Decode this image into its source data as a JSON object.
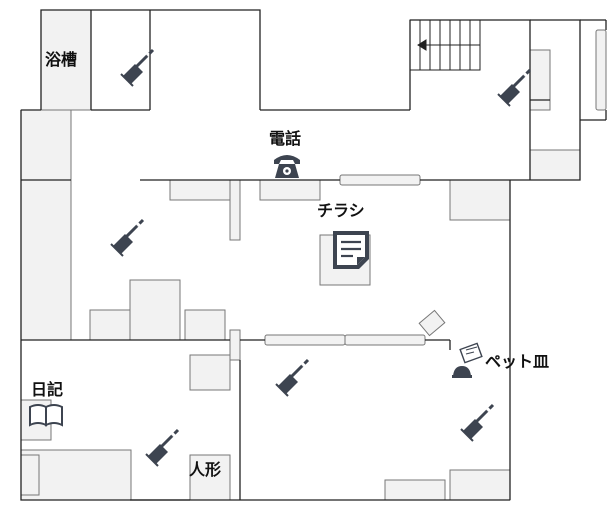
{
  "labels": {
    "bathtub": "浴槽",
    "phone": "電話",
    "flyer": "チラシ",
    "pet_dish": "ペット皿",
    "diary": "日記",
    "doll": "人形"
  },
  "icons": {
    "broom": "broom-icon",
    "phone": "telephone-icon",
    "flyer": "document-icon",
    "diary": "open-book-icon",
    "pet_dish": "pet-bowl-icon"
  },
  "colors": {
    "wall": "#222222",
    "furniture_fill": "#f2f2f2",
    "furniture_stroke": "#777777",
    "icon": "#3d4450"
  }
}
